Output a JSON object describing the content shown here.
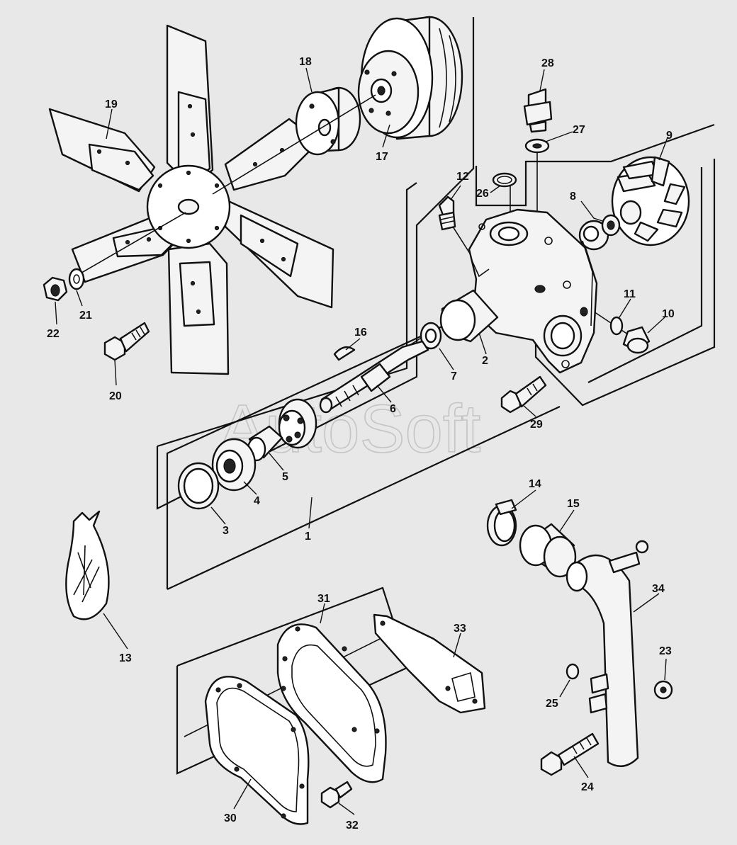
{
  "watermark": "AutoSoft",
  "callouts": [
    {
      "id": "p1",
      "text": "1"
    },
    {
      "id": "p2",
      "text": "2"
    },
    {
      "id": "p3",
      "text": "3"
    },
    {
      "id": "p4",
      "text": "4"
    },
    {
      "id": "p5",
      "text": "5"
    },
    {
      "id": "p6",
      "text": "6"
    },
    {
      "id": "p7",
      "text": "7"
    },
    {
      "id": "p8",
      "text": "8"
    },
    {
      "id": "p9",
      "text": "9"
    },
    {
      "id": "p10",
      "text": "10"
    },
    {
      "id": "p11",
      "text": "11"
    },
    {
      "id": "p12",
      "text": "12"
    },
    {
      "id": "p13",
      "text": "13"
    },
    {
      "id": "p14",
      "text": "14"
    },
    {
      "id": "p15",
      "text": "15"
    },
    {
      "id": "p16",
      "text": "16"
    },
    {
      "id": "p17",
      "text": "17"
    },
    {
      "id": "p18",
      "text": "18"
    },
    {
      "id": "p19",
      "text": "19"
    },
    {
      "id": "p20",
      "text": "20"
    },
    {
      "id": "p21",
      "text": "21"
    },
    {
      "id": "p22",
      "text": "22"
    },
    {
      "id": "p23",
      "text": "23"
    },
    {
      "id": "p24",
      "text": "24"
    },
    {
      "id": "p25",
      "text": "25"
    },
    {
      "id": "p26",
      "text": "26"
    },
    {
      "id": "p27",
      "text": "27"
    },
    {
      "id": "p28",
      "text": "28"
    },
    {
      "id": "p29",
      "text": "29"
    },
    {
      "id": "p30",
      "text": "30"
    },
    {
      "id": "p31",
      "text": "31"
    },
    {
      "id": "p32",
      "text": "32"
    },
    {
      "id": "p33",
      "text": "33"
    },
    {
      "id": "p34",
      "text": "34"
    }
  ]
}
